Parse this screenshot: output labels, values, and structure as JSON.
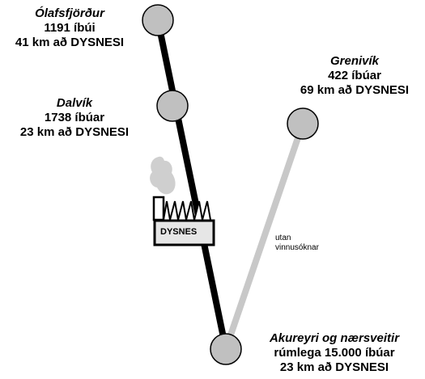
{
  "colors": {
    "node_fill": "#c0c0c0",
    "main_road": "#000000",
    "secondary_road": "#c8c8c8",
    "factory_fill": "#e6e6e6",
    "smoke": "#cfcfcf"
  },
  "icons": [
    "town-node",
    "factory-icon",
    "smoke-cloud"
  ],
  "towns": {
    "olafsfjordur": {
      "name": "Ólafsfjörður",
      "population": "1191 íbúi",
      "distance": "41 km að DYSNESI"
    },
    "dalvik": {
      "name": "Dalvík",
      "population": "1738 íbúar",
      "distance": "23 km að DYSNESI"
    },
    "grenivik": {
      "name": "Grenivík",
      "population": "422 íbúar",
      "distance": "69 km að DYSNESI"
    },
    "akureyri": {
      "name": "Akureyri og nærsveitir",
      "population": "rúmlega 15.000 íbúar",
      "distance": "23 km að DYSNESI"
    }
  },
  "factory": {
    "label": "DYSNES"
  },
  "road_note": {
    "line1": "utan",
    "line2": "vinnusóknar"
  }
}
